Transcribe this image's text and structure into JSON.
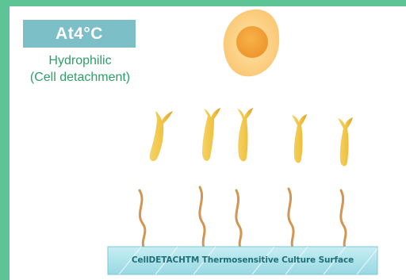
{
  "badge": {
    "text": "At4°C"
  },
  "state": {
    "line1": "Hydrophilic",
    "line2": "(Cell detachment)"
  },
  "surface": {
    "label": "CellDETACHTM Thermosensitive Culture Surface"
  },
  "colors": {
    "frame_green": "#5cc495",
    "badge_teal": "#7dbfc7",
    "text_green": "#2f9e68",
    "cell_outer": "#fbd38a",
    "cell_nucleus": "#f2a23a",
    "polymer_yellow": "#f0c84a",
    "strand_orange": "#d29652",
    "surface_cyan": "#a9e3ec"
  },
  "icons": {
    "cell": "detached-cell-icon",
    "polymer": "hydrated-polymer-icon",
    "strand": "polymer-strand-icon"
  }
}
